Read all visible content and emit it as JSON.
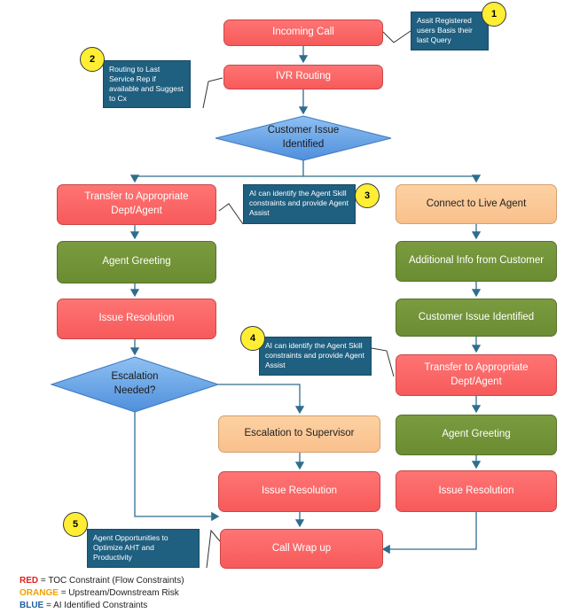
{
  "nodes": {
    "incoming_call": "Incoming Call",
    "ivr_routing": "IVR Routing",
    "customer_issue_identified": "Customer Issue Identified",
    "transfer_left": "Transfer to Appropriate Dept/Agent",
    "connect_live_agent": "Connect to Live Agent",
    "agent_greeting_left": "Agent Greeting",
    "additional_info": "Additional Info from Customer",
    "issue_resolution_left": "Issue Resolution",
    "customer_issue_identified_right": "Customer Issue Identified",
    "escalation_needed": "Escalation Needed?",
    "transfer_right": "Transfer to Appropriate Dept/Agent",
    "escalation_supervisor": "Escalation to Supervisor",
    "agent_greeting_right": "Agent Greeting",
    "issue_resolution_mid": "Issue Resolution",
    "issue_resolution_right": "Issue Resolution",
    "call_wrap_up": "Call Wrap up"
  },
  "notes": {
    "n1": "Assit Registered users Basis their last Query",
    "n2": "Routing to Last Service Rep if available and Suggest to Cx",
    "n3": "AI can identify the Agent Skill constraints and provide Agent Assist",
    "n4": "AI can identify the Agent Skill constraints and provide Agent Assist",
    "n5": "Agent Opportunities to Optimize AHT and Productivity"
  },
  "badges": {
    "b1": "1",
    "b2": "2",
    "b3": "3",
    "b4": "4",
    "b5": "5"
  },
  "legend": {
    "red_key": "RED",
    "red_text": "= TOC Constraint (Flow Constraints)",
    "orange_key": "ORANGE",
    "orange_text": "= Upstream/Downstream Risk",
    "blue_key": "BLUE",
    "blue_text": "= AI Identified Constraints"
  },
  "colors": {
    "red": "#f75a5a",
    "green": "#6b8c32",
    "orange": "#f9c08c",
    "blue_diamond": "#5b9ce8",
    "note_blue": "#1f5f80",
    "badge_yellow": "#ffee33",
    "connector": "#2f6d8e",
    "legend_red": "#e02020",
    "legend_orange": "#f0a000",
    "legend_blue": "#1f5fa0"
  }
}
